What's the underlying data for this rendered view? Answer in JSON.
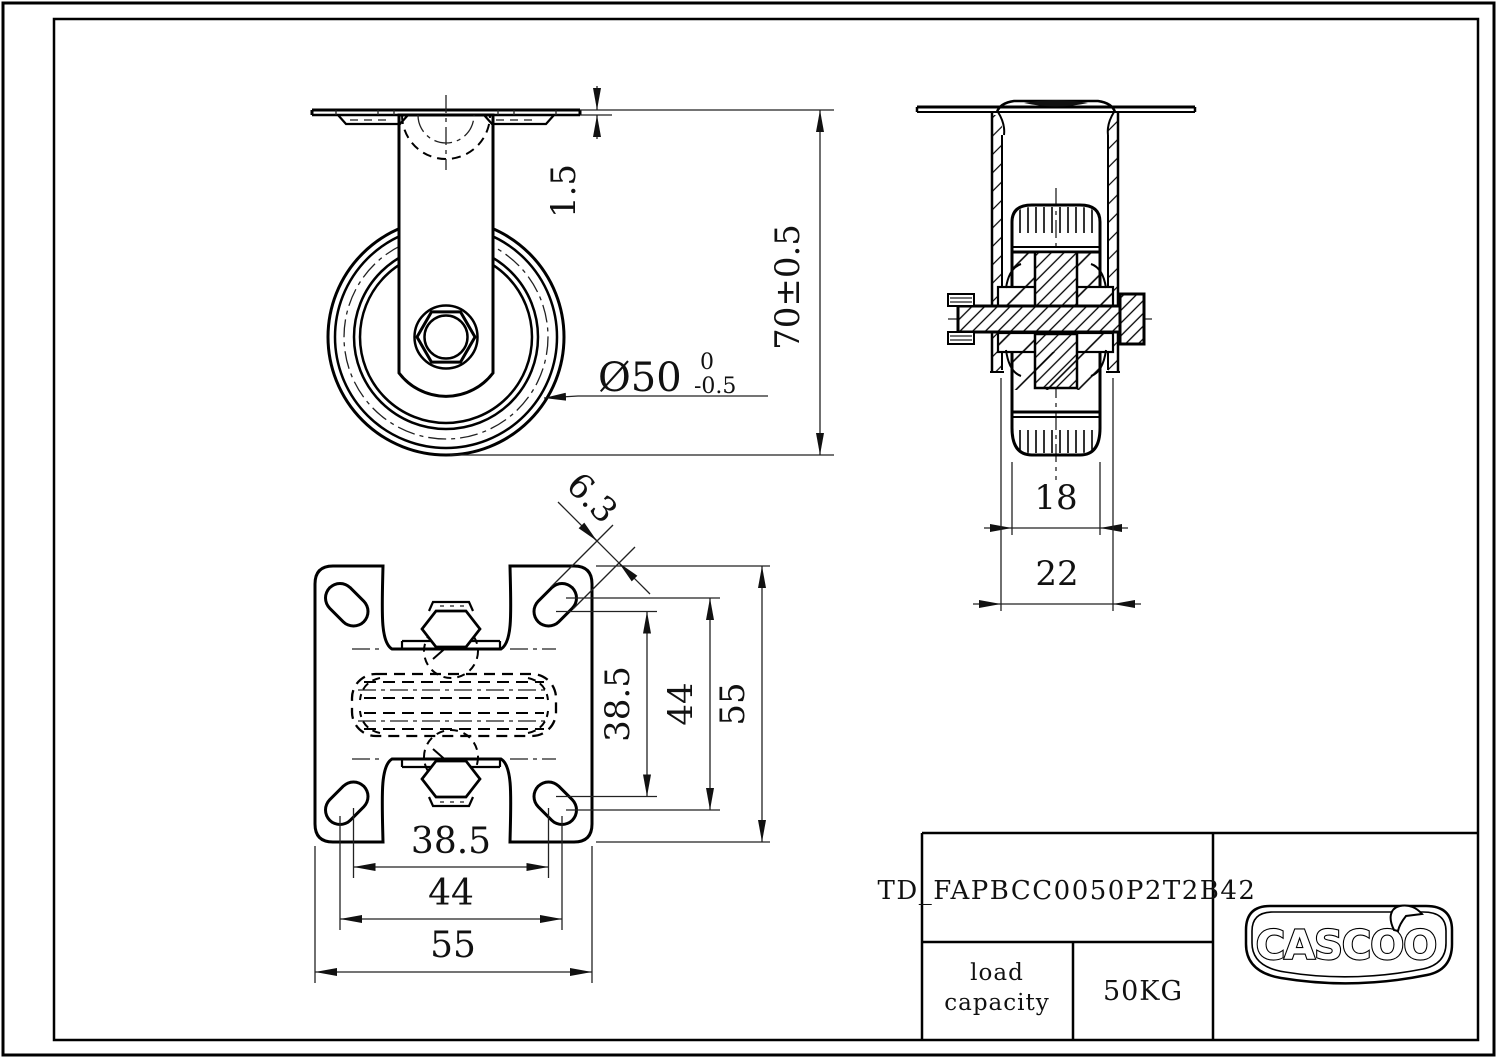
{
  "dimensions": {
    "plate_thickness": "1.5",
    "overall_height": "70±0.5",
    "wheel_diameter": "Ø50",
    "wheel_diameter_tol_upper": "0",
    "wheel_diameter_tol_lower": "-0.5",
    "wheel_width": "18",
    "hub_width": "22",
    "slot_width": "6.3",
    "bolt_spacing_min": "38.5",
    "bolt_spacing_max": "44",
    "plate_size": "55"
  },
  "title_block": {
    "part_number": "TD_FAPBCC0050P2T2B42",
    "load_label_line1": "load",
    "load_label_line2": "capacity",
    "load_value": "50KG",
    "brand": "CASCOO"
  },
  "colors": {
    "line": "#000000",
    "background": "#ffffff"
  }
}
